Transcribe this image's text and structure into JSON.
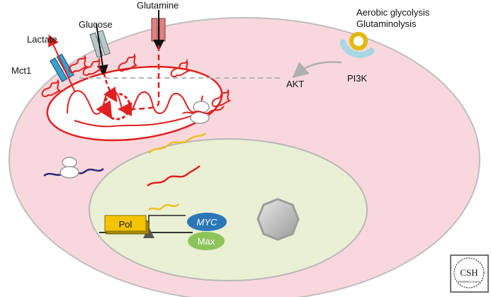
{
  "labels": {
    "glutamine": "Glutamine",
    "glucose": "Glucose",
    "lactate": "Lactate",
    "mct1": "Mct1",
    "aerobic_glycolysis": "Aerobic glycolysis",
    "glutaminolysis": "Glutaminolysis",
    "akt": "AKT",
    "pi3k": "PI3K",
    "pol": "Pol",
    "myc": "MYC",
    "max": "Max"
  },
  "logo": {
    "text": "CSH",
    "subtext": "PERSPECTIVES"
  },
  "colors": {
    "cell_fill": "#f8d8dc",
    "nucleus_fill": "#eaf0d4",
    "mito_red": "#e02020",
    "myc_blue": "#2a78b8",
    "max_green": "#8cc45a",
    "pol_yellow": "#f4c400",
    "mrna_yellow": "#f0c020",
    "dna_navy": "#2b2b7a"
  }
}
